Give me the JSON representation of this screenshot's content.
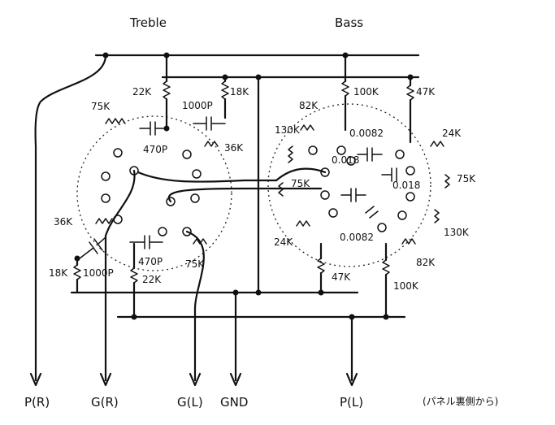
{
  "titles": {
    "treble": "Treble",
    "bass": "Bass"
  },
  "terminals": {
    "p_r": "P(R)",
    "g_r": "G(R)",
    "g_l": "G(L)",
    "gnd": "GND",
    "p_l": "P(L)"
  },
  "note": "(パネル裏側から)",
  "treble": {
    "r_top": "22K",
    "r_top2": "18K",
    "cap_top": "1000P",
    "r_36_top": "36K",
    "r_75_top": "75K",
    "cap_470_top": "470P",
    "r_36_left": "36K",
    "r_18_bot": "18K",
    "cap_bot": "1000P",
    "cap_470_bot": "470P",
    "r_22_bot": "22K",
    "r_75_bot": "75K"
  },
  "bass": {
    "r_100_top": "100K",
    "r_47_top": "47K",
    "r_82_top": "82K",
    "r_130_left": "130K",
    "cap_0082_top": "0.0082",
    "cap_018_a": "0.018",
    "r_75_mid": "75K",
    "r_24_right": "24K",
    "r_75_right": "75K",
    "cap_018_right": "0.018",
    "r_24_left": "24K",
    "cap_0082_bot": "0.0082",
    "r_130_right": "130K",
    "r_82_bot": "82K",
    "r_47_bot": "47K",
    "r_100_bot": "100K"
  }
}
